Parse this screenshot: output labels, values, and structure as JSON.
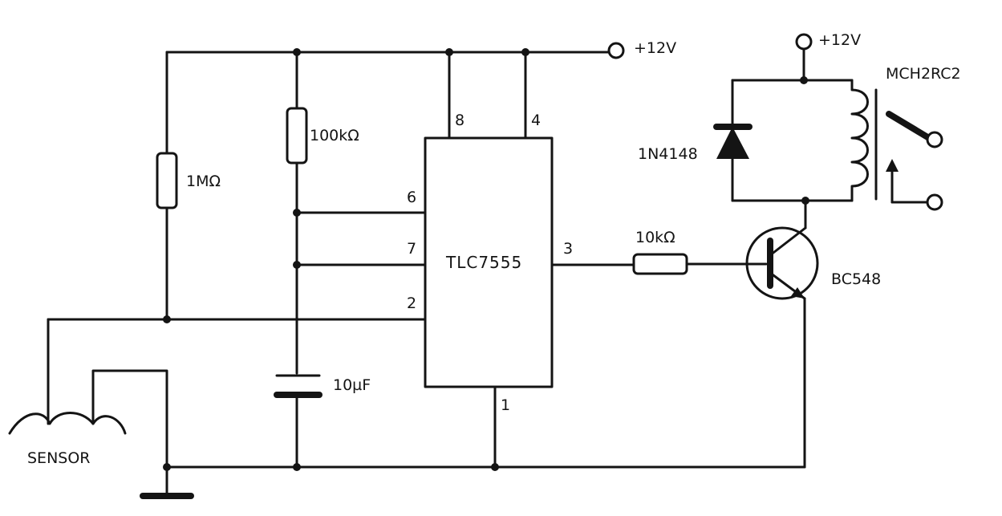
{
  "supply": {
    "main": "+12V",
    "relay": "+12V"
  },
  "ic": {
    "part": "TLC7555",
    "pins": {
      "p8": "8",
      "p4": "4",
      "p6": "6",
      "p7": "7",
      "p2": "2",
      "p3": "3",
      "p1": "1"
    }
  },
  "resistors": {
    "r_pullup": "1MΩ",
    "r_timing": "100kΩ",
    "r_base": "10kΩ"
  },
  "capacitor": {
    "c_timing": "10µF"
  },
  "diode": {
    "part": "1N4148"
  },
  "transistor": {
    "part": "BC548"
  },
  "relay": {
    "part": "MCH2RC2"
  },
  "sensor": {
    "label": "SENSOR"
  },
  "colors": {
    "ink": "#141414",
    "paper": "#ffffff"
  }
}
